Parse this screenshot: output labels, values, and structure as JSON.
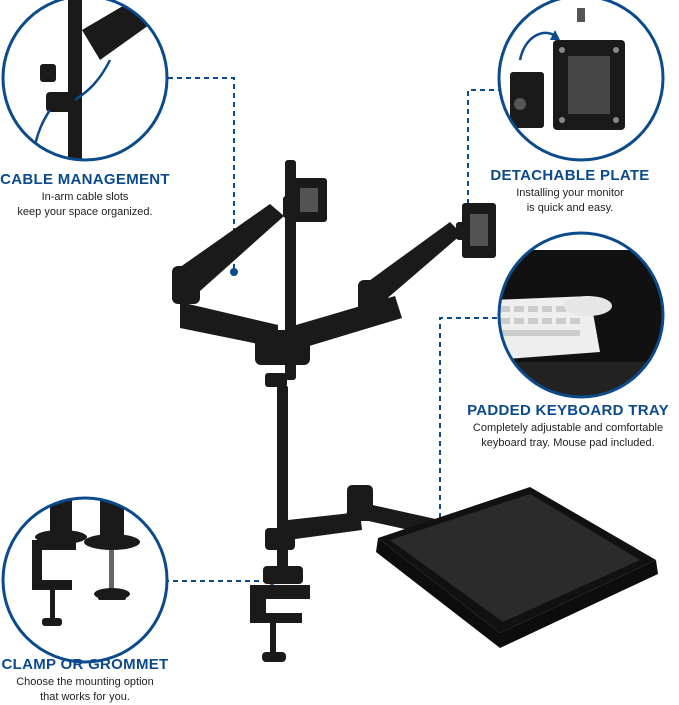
{
  "colors": {
    "accent": "#0b4a8b",
    "mount": "#1a1a1a",
    "circle_border": "#0b4a8b"
  },
  "callouts": {
    "cable": {
      "title": "CABLE MANAGEMENT",
      "line1": "In-arm cable slots",
      "line2": "keep your space organized."
    },
    "plate": {
      "title": "DETACHABLE PLATE",
      "line1": "Installing your monitor",
      "line2": "is quick and easy."
    },
    "tray": {
      "title": "PADDED KEYBOARD TRAY",
      "line1": "Completely adjustable and comfortable",
      "line2": "keyboard tray. Mouse pad included."
    },
    "clamp": {
      "title": "CLAMP OR GROMMET",
      "line1": "Choose the mounting option",
      "line2": "that works for you."
    }
  },
  "icons": {
    "cable_detail": "cable-slot-icon",
    "plate_detail": "vesa-plate-icon",
    "tray_detail": "keyboard-tray-icon",
    "clamp_detail": "clamp-grommet-icon"
  }
}
